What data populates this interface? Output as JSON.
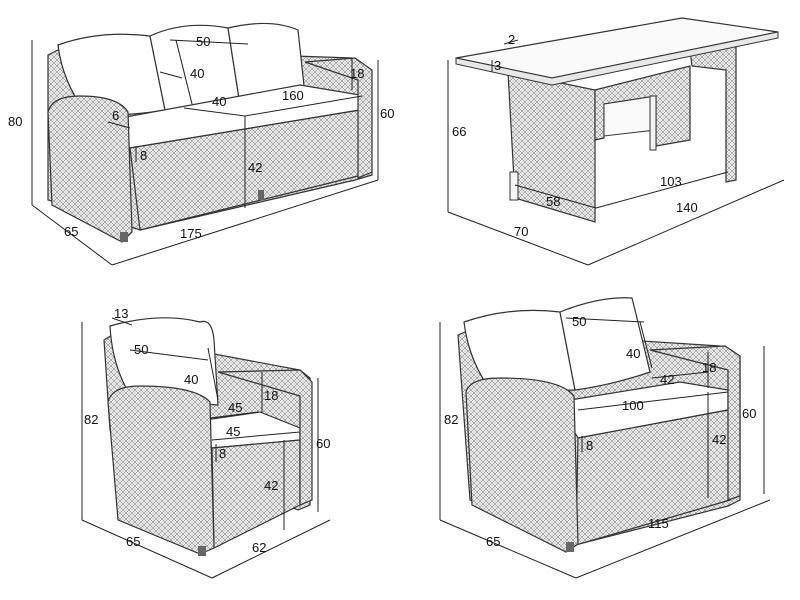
{
  "sofa": {
    "d_back_cushion_w": "50",
    "d_back_cushion_h": "40",
    "d_seat_depth": "40",
    "d_seat_width": "160",
    "d_arm_h": "18",
    "d_arm_w": "6",
    "d_seat_thick": "8",
    "d_seat_height": "42",
    "d_total_height": "80",
    "d_arm_height": "60",
    "d_depth": "65",
    "d_width": "175"
  },
  "table": {
    "d_top_thick": "2",
    "d_top_drop": "3",
    "d_height": "66",
    "d_inner_width": "103",
    "d_inner_depth": "58",
    "d_width": "140",
    "d_depth": "70"
  },
  "chair": {
    "d_cushion_offset": "13",
    "d_back_cushion_w": "50",
    "d_back_cushion_h": "40",
    "d_arm_h": "18",
    "d_seat_depth": "45",
    "d_seat_width": "45",
    "d_seat_thick": "8",
    "d_seat_height": "42",
    "d_total_height": "82",
    "d_arm_height": "60",
    "d_depth": "65",
    "d_width": "62"
  },
  "loveseat": {
    "d_back_cushion_w": "50",
    "d_back_cushion_h": "40",
    "d_seat_depth": "42",
    "d_arm_h": "18",
    "d_seat_width": "100",
    "d_seat_thick": "8",
    "d_seat_height": "42",
    "d_total_height": "82",
    "d_arm_height": "60",
    "d_depth": "65",
    "d_width": "115"
  }
}
